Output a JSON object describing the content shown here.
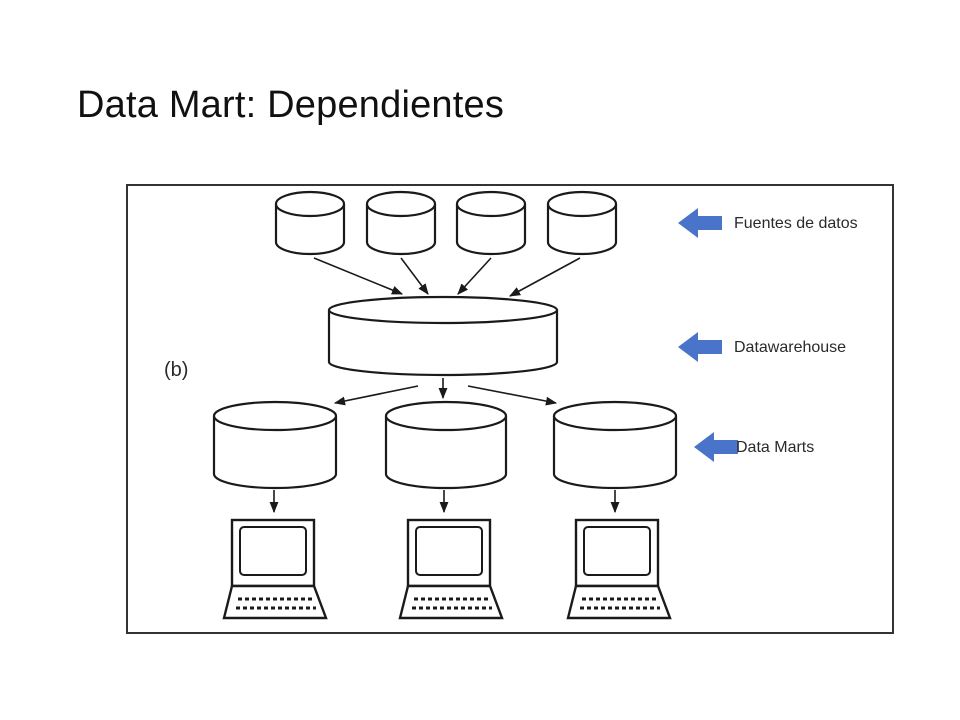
{
  "slide": {
    "title": "Data Mart: Dependientes"
  },
  "diagram": {
    "panel_label": "(b)",
    "layers": [
      {
        "id": "sources",
        "label": "Fuentes de datos",
        "count": 4
      },
      {
        "id": "warehouse",
        "label": "Datawarehouse",
        "count": 1
      },
      {
        "id": "marts",
        "label": "Data Marts",
        "count": 3
      },
      {
        "id": "clients",
        "label": "",
        "count": 3
      }
    ],
    "colors": {
      "arrow_accent": "#4a74c9",
      "stroke": "#1a1a1a"
    },
    "icons": {
      "database": "database-cylinder-icon",
      "computer": "computer-terminal-icon",
      "pointer": "left-arrow-icon"
    }
  }
}
